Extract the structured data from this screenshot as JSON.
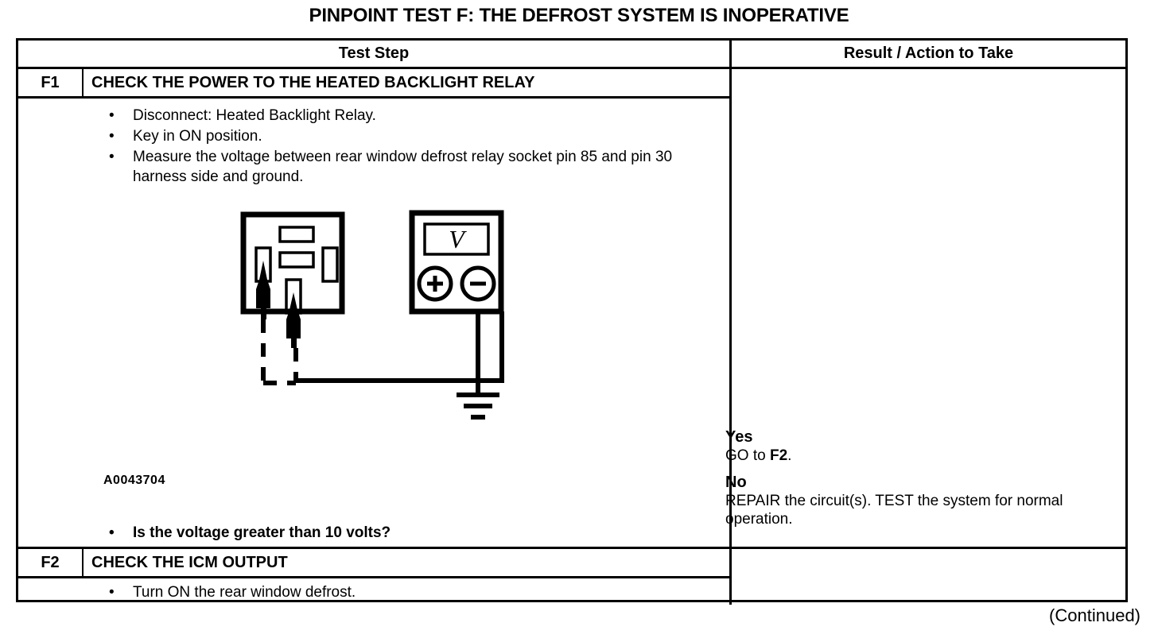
{
  "title": "PINPOINT TEST  F: THE DEFROST SYSTEM IS INOPERATIVE",
  "table": {
    "headers": {
      "test_step": "Test Step",
      "result_action": "Result / Action to Take"
    },
    "steps": [
      {
        "id": "F1",
        "title": "CHECK THE POWER TO THE HEATED BACKLIGHT RELAY",
        "bullets": [
          "Disconnect: Heated Backlight Relay.",
          "Key in ON position.",
          "Measure the voltage between rear window defrost relay socket pin 85 and pin 30 harness side and ground."
        ],
        "figure_id": "A0043704",
        "question": "Is the voltage greater than 10 volts?",
        "results": [
          {
            "label": "Yes",
            "text_before": "GO to ",
            "text_bold": "F2",
            "text_after": "."
          },
          {
            "label": "No",
            "text_before": "REPAIR the circuit(s). TEST the system for normal operation.",
            "text_bold": "",
            "text_after": ""
          }
        ]
      },
      {
        "id": "F2",
        "title": "CHECK THE ICM OUTPUT",
        "bullets": [
          "Turn ON the rear window defrost."
        ]
      }
    ]
  },
  "diagram": {
    "voltmeter_label": "V",
    "positive_terminal": "+",
    "negative_terminal": "−"
  },
  "footer": {
    "continued": "(Continued)"
  },
  "bullet_glyph": "•"
}
